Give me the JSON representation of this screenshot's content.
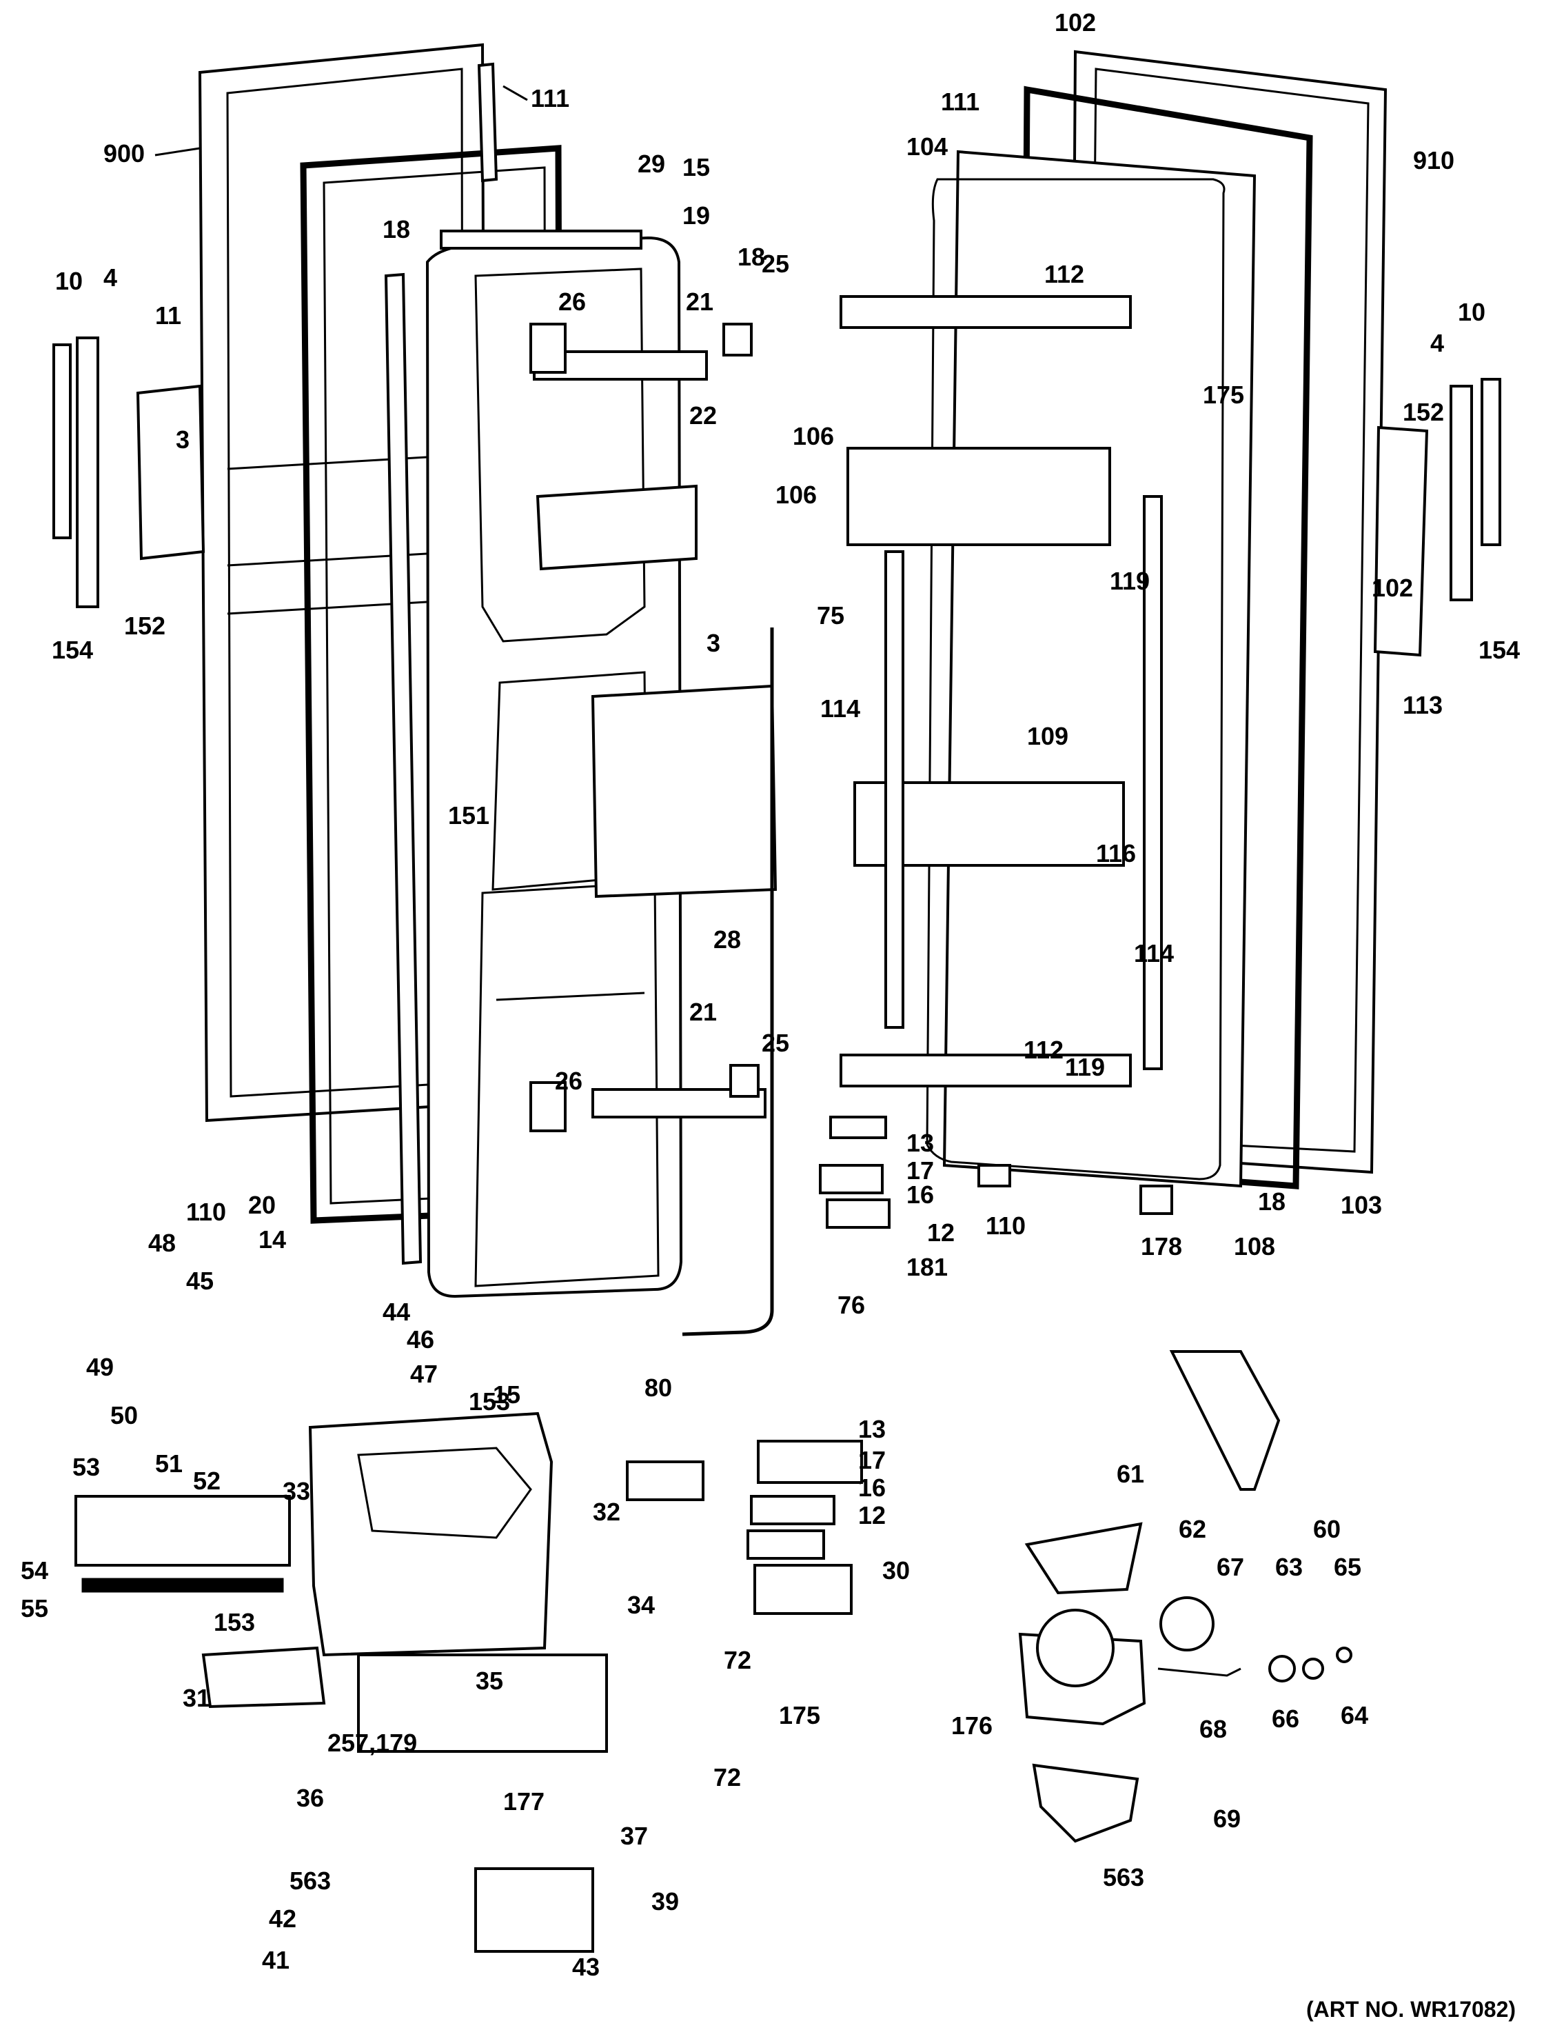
{
  "art_number": "(ART NO. WR17082)",
  "labels": {
    "l900": "900",
    "l111a": "111",
    "l29": "29",
    "l15a": "15",
    "l19": "19",
    "l18a": "18",
    "l18b": "18",
    "l10a": "10",
    "l4a": "4",
    "l11": "11",
    "l3a": "3",
    "l152a": "152",
    "l154a": "154",
    "l26a": "26",
    "l21a": "21",
    "l25a": "25",
    "l22": "22",
    "l3b": "3",
    "l75": "75",
    "l151": "151",
    "l28": "28",
    "l26b": "26",
    "l21b": "21",
    "l25b": "25",
    "l110a": "110",
    "l20": "20",
    "l14": "14",
    "l48": "48",
    "l45": "45",
    "l44": "44",
    "l49": "49",
    "l46": "46",
    "l50": "50",
    "l47": "47",
    "l153a": "153",
    "l51": "51",
    "l15b": "15",
    "l80": "80",
    "l76": "76",
    "l52": "52",
    "l53": "53",
    "l33": "33",
    "l32": "32",
    "l54": "54",
    "l55": "55",
    "l153b": "153",
    "l34": "34",
    "l35": "35",
    "l31": "31",
    "l257": "257,179",
    "l36": "36",
    "l177": "177",
    "l37": "37",
    "l563a": "563",
    "l42": "42",
    "l39": "39",
    "l41": "41",
    "l43": "43",
    "l13a": "13",
    "l17a": "17",
    "l16a": "16",
    "l12a": "12",
    "l181": "181",
    "l110b": "110",
    "l13b": "13",
    "l17b": "17",
    "l16b": "16",
    "l12b": "12",
    "l30": "30",
    "l72a": "72",
    "l175b": "175",
    "l72b": "72",
    "l102a": "102",
    "l111b": "111",
    "l104": "104",
    "l910": "910",
    "l112a": "112",
    "l175a": "175",
    "l10b": "10",
    "l4b": "4",
    "l106a": "106",
    "l106b": "106",
    "l152b": "152",
    "l119a": "119",
    "l102b": "102",
    "l154b": "154",
    "l113": "113",
    "l114a": "114",
    "l109": "109",
    "l116": "116",
    "l114b": "114",
    "l112b": "112",
    "l119b": "119",
    "l178": "178",
    "l108": "108",
    "l18c": "18",
    "l103": "103",
    "l60": "60",
    "l61": "61",
    "l62": "62",
    "l67": "67",
    "l63": "63",
    "l65": "65",
    "l176": "176",
    "l68": "68",
    "l66": "66",
    "l64": "64",
    "l69": "69",
    "l563b": "563"
  }
}
